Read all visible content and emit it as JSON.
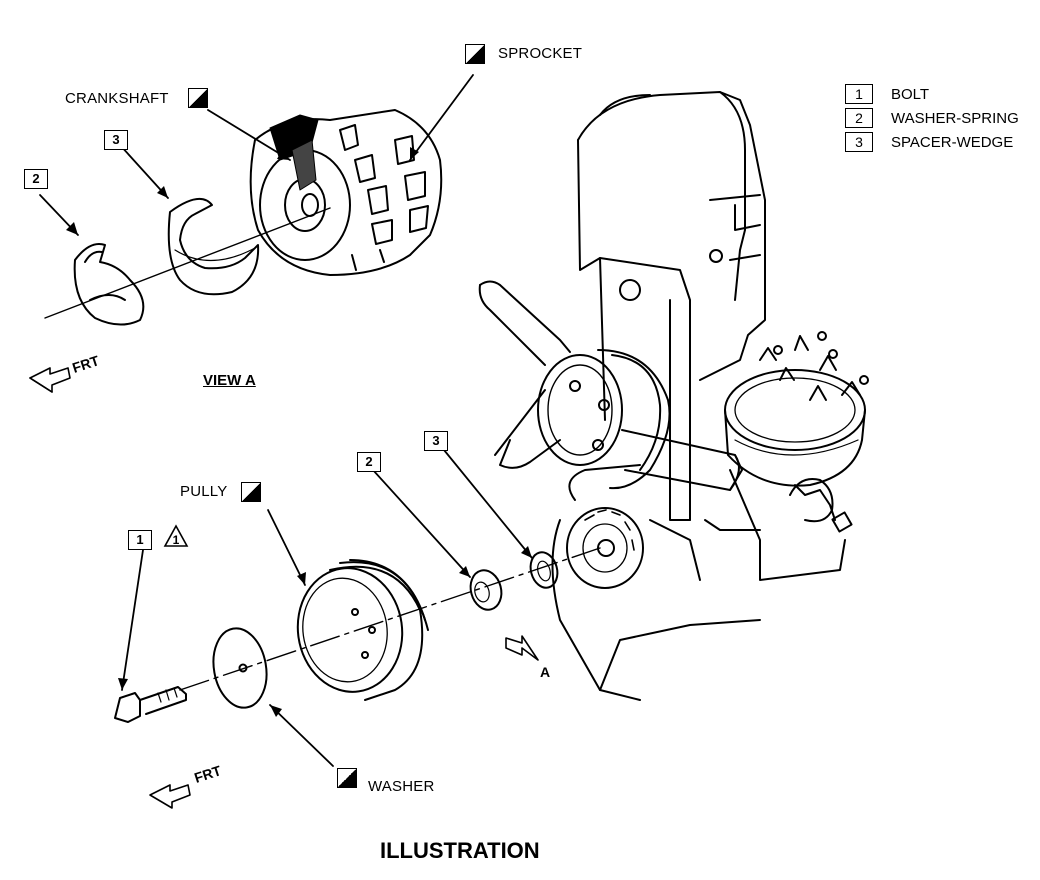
{
  "legend": [
    {
      "num": "1",
      "text": "BOLT"
    },
    {
      "num": "2",
      "text": "WASHER-SPRING"
    },
    {
      "num": "3",
      "text": "SPACER-WEDGE"
    }
  ],
  "labels": {
    "sprocket": "SPROCKET",
    "crankshaft": "CRANKSHAFT",
    "pully": "PULLY",
    "washer": "WASHER",
    "view_a": "VIEW A",
    "frt_top": "FRT",
    "frt_bottom": "FRT",
    "view_arrow": "A",
    "caption": "ILLUSTRATION"
  },
  "callouts": {
    "top_2": "2",
    "top_3": "3",
    "bottom_1": "1",
    "bottom_1_tri": "1",
    "bottom_2": "2",
    "bottom_3": "3"
  }
}
